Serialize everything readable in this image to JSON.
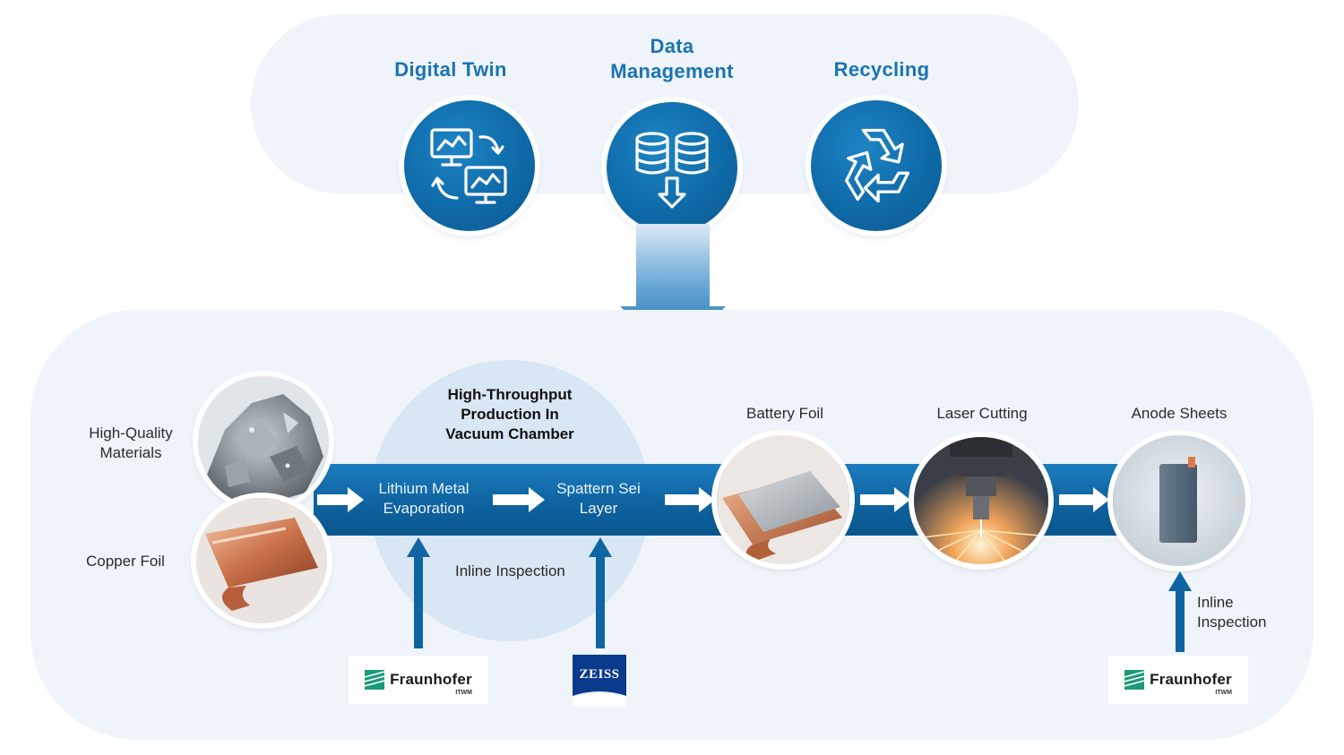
{
  "top": {
    "items": [
      {
        "label": "Digital Twin",
        "icon": "digital-twin-icon"
      },
      {
        "label": "Data Management",
        "label_line1": "Data",
        "label_line2": "Management",
        "icon": "database-download-icon"
      },
      {
        "label": "Recycling",
        "icon": "recycling-icon"
      }
    ]
  },
  "process": {
    "chamber_title_line1": "High-Throughput",
    "chamber_title_line2": "Production In",
    "chamber_title_line3": "Vacuum Chamber",
    "inputs": {
      "materials_line1": "High-Quality",
      "materials_line2": "Materials",
      "copper": "Copper Foil"
    },
    "steps": {
      "evaporation_line1": "Lithium Metal",
      "evaporation_line2": "Evaporation",
      "sei_line1": "Spattern Sei",
      "sei_line2": "Layer"
    },
    "inline_inspection": "Inline Inspection",
    "inline_inspection_line1": "Inline",
    "inline_inspection_line2": "Inspection",
    "outputs": {
      "battery_foil": "Battery Foil",
      "laser_cutting": "Laser Cutting",
      "anode_sheets": "Anode Sheets"
    }
  },
  "logos": {
    "fraunhofer": "Fraunhofer",
    "fraunhofer_sub": "ITWM",
    "zeiss": "ZEISS"
  },
  "colors": {
    "accent": "#1b73b3",
    "band": "#0f65a3",
    "panel": "#eef4fa",
    "chamber": "#d9e6f3"
  }
}
